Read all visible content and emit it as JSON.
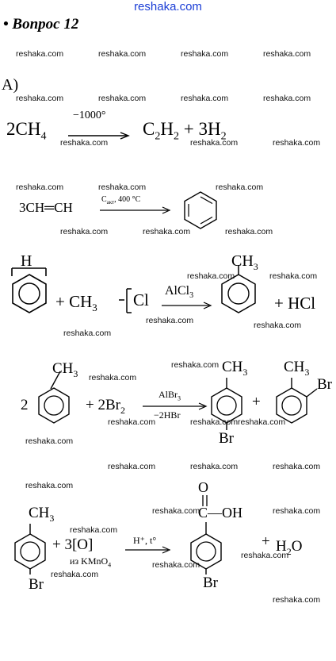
{
  "site": {
    "name": "reshaka.com"
  },
  "question": {
    "bullet": "•",
    "title": "Вопрос 12"
  },
  "part": {
    "label": "А)"
  },
  "watermark": "reshaka.com",
  "reaction1": {
    "left": "2CH",
    "left_sub": "4",
    "condition": "−1000°",
    "p1": "C",
    "p1_sub1": "2",
    "p1_mid": "H",
    "p1_sub2": "2",
    "plus": "+",
    "p2": "3H",
    "p2_sub": "2"
  },
  "reaction2": {
    "left": "3CH═CH",
    "condition": "C",
    "condition_sub": "акт",
    "condition_temp": ", 400 °C"
  },
  "reaction3": {
    "h": "H",
    "plus1": "+",
    "reagent": "CH",
    "reagent_sub": "3",
    "cl": "Cl",
    "catalyst": "AlCl",
    "catalyst_sub": "3",
    "product_sub": "CH",
    "product_sub_sub": "3",
    "plus2": "+",
    "byproduct": "HCl"
  },
  "reaction4": {
    "coef": "2",
    "sub": "CH",
    "sub_sub": "3",
    "plus1": "+",
    "reagent": "2Br",
    "reagent_sub": "2",
    "catalyst": "AlBr",
    "catalyst_sub": "3",
    "byproduct": "−2HBr",
    "p1_top": "CH",
    "p1_top_sub": "3",
    "p1_bottom": "Br",
    "plus2": "+",
    "p2_top": "CH",
    "p2_top_sub": "3",
    "p2_side": "Br"
  },
  "reaction5": {
    "sub_top": "CH",
    "sub_top_sub": "3",
    "sub_bottom": "Br",
    "plus": "+",
    "oxidant": "3[O]",
    "oxidant_source": "из KMnO",
    "oxidant_source_sub": "4",
    "condition": "H⁺, t°",
    "p_o": "O",
    "p_oh": "C—OH",
    "p_bottom": "Br",
    "plus2": "+",
    "water": "H",
    "water_sub": "2",
    "water_o": "O"
  }
}
